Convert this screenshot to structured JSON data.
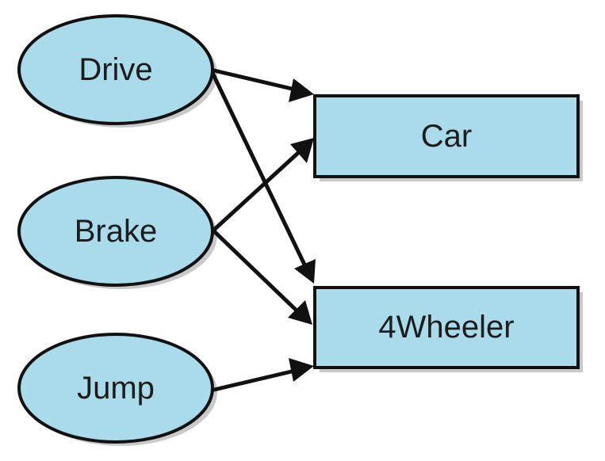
{
  "colors": {
    "node_fill": "#a9dbea",
    "outline": "#111111",
    "shadow": "#c9c9c9",
    "background": "#ffffff"
  },
  "nodes": {
    "drive": {
      "label": "Drive",
      "shape": "ellipse"
    },
    "brake": {
      "label": "Brake",
      "shape": "ellipse"
    },
    "jump": {
      "label": "Jump",
      "shape": "ellipse"
    },
    "car": {
      "label": "Car",
      "shape": "rectangle"
    },
    "fourwheeler": {
      "label": "4Wheeler",
      "shape": "rectangle"
    }
  },
  "edges": [
    {
      "from": "drive",
      "to": "car"
    },
    {
      "from": "drive",
      "to": "fourwheeler"
    },
    {
      "from": "brake",
      "to": "car"
    },
    {
      "from": "brake",
      "to": "fourwheeler"
    },
    {
      "from": "jump",
      "to": "fourwheeler"
    }
  ]
}
